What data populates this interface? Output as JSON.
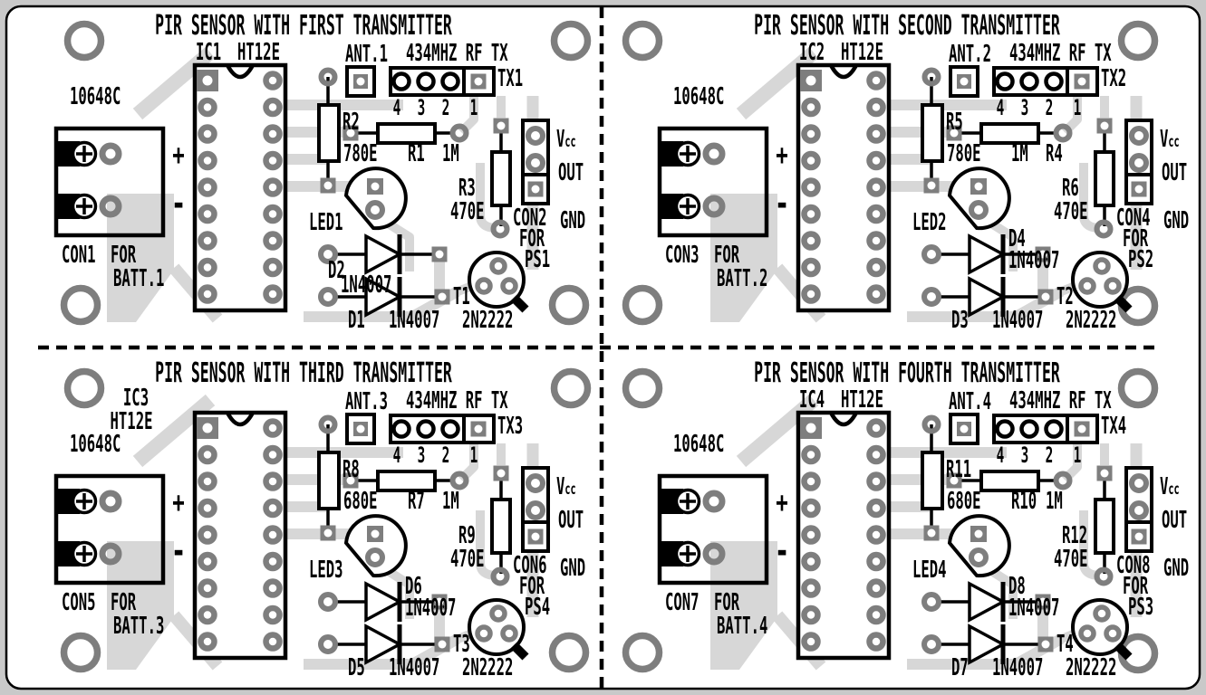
{
  "diagram_title": "PCB component layout — four PIR sensor RF transmitter modules",
  "palette": {
    "board_fill": "#ffffff",
    "page_background": "#c9c9c9",
    "copper_trace": "#d7d7d7",
    "pad_gray": "#7e7e7e",
    "silkscreen_ink": "#000000"
  },
  "modules": [
    {
      "title": "PIR SENSOR WITH FIRST TRANSMITTER",
      "ic": {
        "name": "IC1",
        "type": "HT12E",
        "stacked": false
      },
      "pir_sensor": "10648C",
      "battery": {
        "connector": "CON1",
        "for_word": "FOR",
        "label": "BATT.1",
        "plus": "+",
        "minus": "-"
      },
      "antenna": "ANT.1",
      "rf": {
        "label": "434MHZ RF TX",
        "tx": "TX1",
        "pins": [
          "4",
          "3",
          "2",
          "1"
        ]
      },
      "resistors": {
        "vertical1": "R2",
        "label_row": [
          "780E",
          "R1",
          "1M"
        ],
        "vertical2": {
          "name": "R3",
          "value": "470E"
        }
      },
      "led": "LED1",
      "diodes": {
        "top": {
          "name": "D2",
          "value": "1N4007",
          "label_side": "left"
        },
        "bottom": {
          "name": "D1",
          "value": "1N4007"
        }
      },
      "transistor": {
        "name": "T1",
        "value": "2N2222"
      },
      "power": {
        "connector": "CON2",
        "for_word": "FOR",
        "supply": "PS1",
        "pins": [
          "Vcc",
          "OUT",
          "GND"
        ]
      }
    },
    {
      "title": "PIR SENSOR WITH SECOND TRANSMITTER",
      "ic": {
        "name": "IC2",
        "type": "HT12E",
        "stacked": false
      },
      "pir_sensor": "10648C",
      "battery": {
        "connector": "CON3",
        "for_word": "FOR",
        "label": "BATT.2",
        "plus": "+",
        "minus": "-"
      },
      "antenna": "ANT.2",
      "rf": {
        "label": "434MHZ RF TX",
        "tx": "TX2",
        "pins": [
          "4",
          "3",
          "2",
          "1"
        ]
      },
      "resistors": {
        "vertical1": "R5",
        "label_row": [
          "780E",
          "1M",
          "R4"
        ],
        "vertical2": {
          "name": "R6",
          "value": "470E"
        }
      },
      "led": "LED2",
      "diodes": {
        "top": {
          "name": "D4",
          "value": "1N4007",
          "label_side": "right"
        },
        "bottom": {
          "name": "D3",
          "value": "1N4007"
        }
      },
      "transistor": {
        "name": "T2",
        "value": "2N2222"
      },
      "power": {
        "connector": "CON4",
        "for_word": "FOR",
        "supply": "PS2",
        "pins": [
          "Vcc",
          "OUT",
          "GND"
        ]
      }
    },
    {
      "title": "PIR SENSOR WITH THIRD TRANSMITTER",
      "ic": {
        "name": "IC3",
        "type": "HT12E",
        "stacked": true
      },
      "pir_sensor": "10648C",
      "battery": {
        "connector": "CON5",
        "for_word": "FOR",
        "label": "BATT.3",
        "plus": "+",
        "minus": "-"
      },
      "antenna": "ANT.3",
      "rf": {
        "label": "434MHZ RF TX",
        "tx": "TX3",
        "pins": [
          "4",
          "3",
          "2",
          "1"
        ]
      },
      "resistors": {
        "vertical1": "R8",
        "label_row": [
          "680E",
          "R7",
          "1M"
        ],
        "vertical2": {
          "name": "R9",
          "value": "470E"
        }
      },
      "led": "LED3",
      "diodes": {
        "top": {
          "name": "D6",
          "value": "1N4007",
          "label_side": "right"
        },
        "bottom": {
          "name": "D5",
          "value": "1N4007"
        }
      },
      "transistor": {
        "name": "T3",
        "value": "2N2222"
      },
      "power": {
        "connector": "CON6",
        "for_word": "FOR",
        "supply": "PS4",
        "pins": [
          "Vcc",
          "OUT",
          "GND"
        ]
      }
    },
    {
      "title": "PIR SENSOR WITH FOURTH TRANSMITTER",
      "ic": {
        "name": "IC4",
        "type": "HT12E",
        "stacked": false
      },
      "pir_sensor": "10648C",
      "battery": {
        "connector": "CON7",
        "for_word": "FOR",
        "label": "BATT.4",
        "plus": "+",
        "minus": "-"
      },
      "antenna": "ANT.4",
      "rf": {
        "label": "434MHZ RF TX",
        "tx": "TX4",
        "pins": [
          "4",
          "3",
          "2",
          "1"
        ]
      },
      "resistors": {
        "vertical1": "R11",
        "label_row": [
          "680E",
          "R10",
          "1M"
        ],
        "vertical2": {
          "name": "R12",
          "value": "470E"
        }
      },
      "led": "LED4",
      "diodes": {
        "top": {
          "name": "D8",
          "value": "1N4007",
          "label_side": "right"
        },
        "bottom": {
          "name": "D7",
          "value": "1N4007"
        }
      },
      "transistor": {
        "name": "T4",
        "value": "2N2222"
      },
      "power": {
        "connector": "CON8",
        "for_word": "FOR",
        "supply": "PS3",
        "pins": [
          "Vcc",
          "OUT",
          "GND"
        ]
      }
    }
  ]
}
